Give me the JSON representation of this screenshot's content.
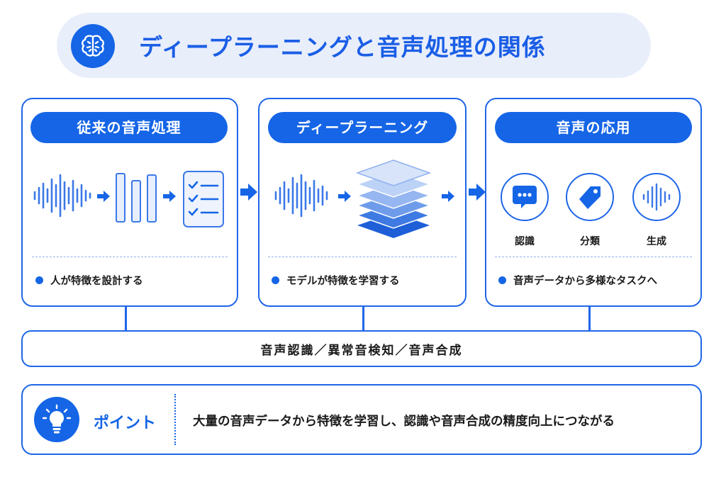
{
  "title": "ディープラーニングと音声処理の関係",
  "panels": [
    {
      "heading": "従来の音声処理",
      "bullet": "人が特徴を設計する"
    },
    {
      "heading": "ディープラーニング",
      "bullet": "モデルが特徴を学習する"
    },
    {
      "heading": "音声の応用",
      "bullet": "音声データから多様なタスクへ"
    }
  ],
  "applications": [
    {
      "label": "認識",
      "icon": "chat-bubble-icon"
    },
    {
      "label": "分類",
      "icon": "tag-icon"
    },
    {
      "label": "生成",
      "icon": "sound-wave-icon"
    }
  ],
  "bottom_bar": "音声認識／異常音検知／音声合成",
  "point": {
    "label": "ポイント",
    "text": "大量の音声データから特徴を学習し、認識や音声合成の精度向上につながる"
  },
  "colors": {
    "accent": "#1565e6",
    "title_bg": "#e9eefb",
    "layer_light": "#bcd2f6",
    "layer_dark": "#1e5fd8"
  }
}
